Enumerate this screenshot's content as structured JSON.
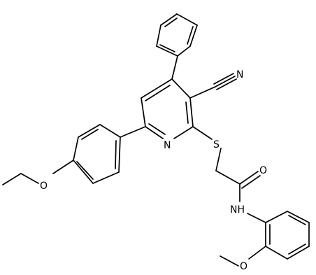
{
  "diagram": {
    "type": "chemical-structure",
    "atom_labels": {
      "cyano_N": "N",
      "pyridine_N": "N",
      "thioether_S": "S",
      "amide_O": "O",
      "amide_NH": "NH",
      "ethoxy_O": "O",
      "methoxy_O": "O"
    },
    "colors": {
      "bond": "#000000",
      "label": "#000000",
      "background": "#ffffff"
    }
  }
}
